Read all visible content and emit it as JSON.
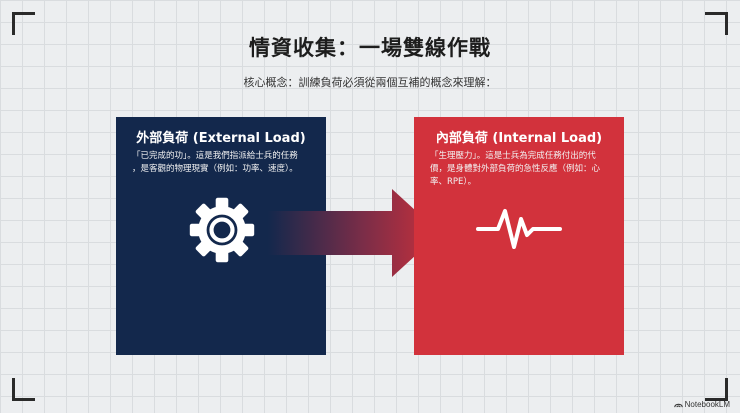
{
  "header": {
    "title": "情資收集：一場雙線作戰",
    "subtitle": "核心概念：訓練負荷必須從兩個互補的概念來理解："
  },
  "external": {
    "title": "外部負荷 (External Load)",
    "desc_line1": "「已完成的功」。這是我們指派給士兵的任務",
    "desc_line2": "，是客觀的物理現實（例如：功率、速度）。",
    "icon": "gear-icon",
    "color": "#13284c"
  },
  "internal": {
    "title": "內部負荷 (Internal Load)",
    "desc_line1": "「生理壓力」。這是士兵為完成任務付出的代",
    "desc_line2": "價，是身體對外部負荷的急性反應（例如：心",
    "desc_line3": "率、RPE）。",
    "icon": "heartbeat-pulse-icon",
    "color": "#d2323c"
  },
  "branding": {
    "label": "NotebookLM"
  }
}
